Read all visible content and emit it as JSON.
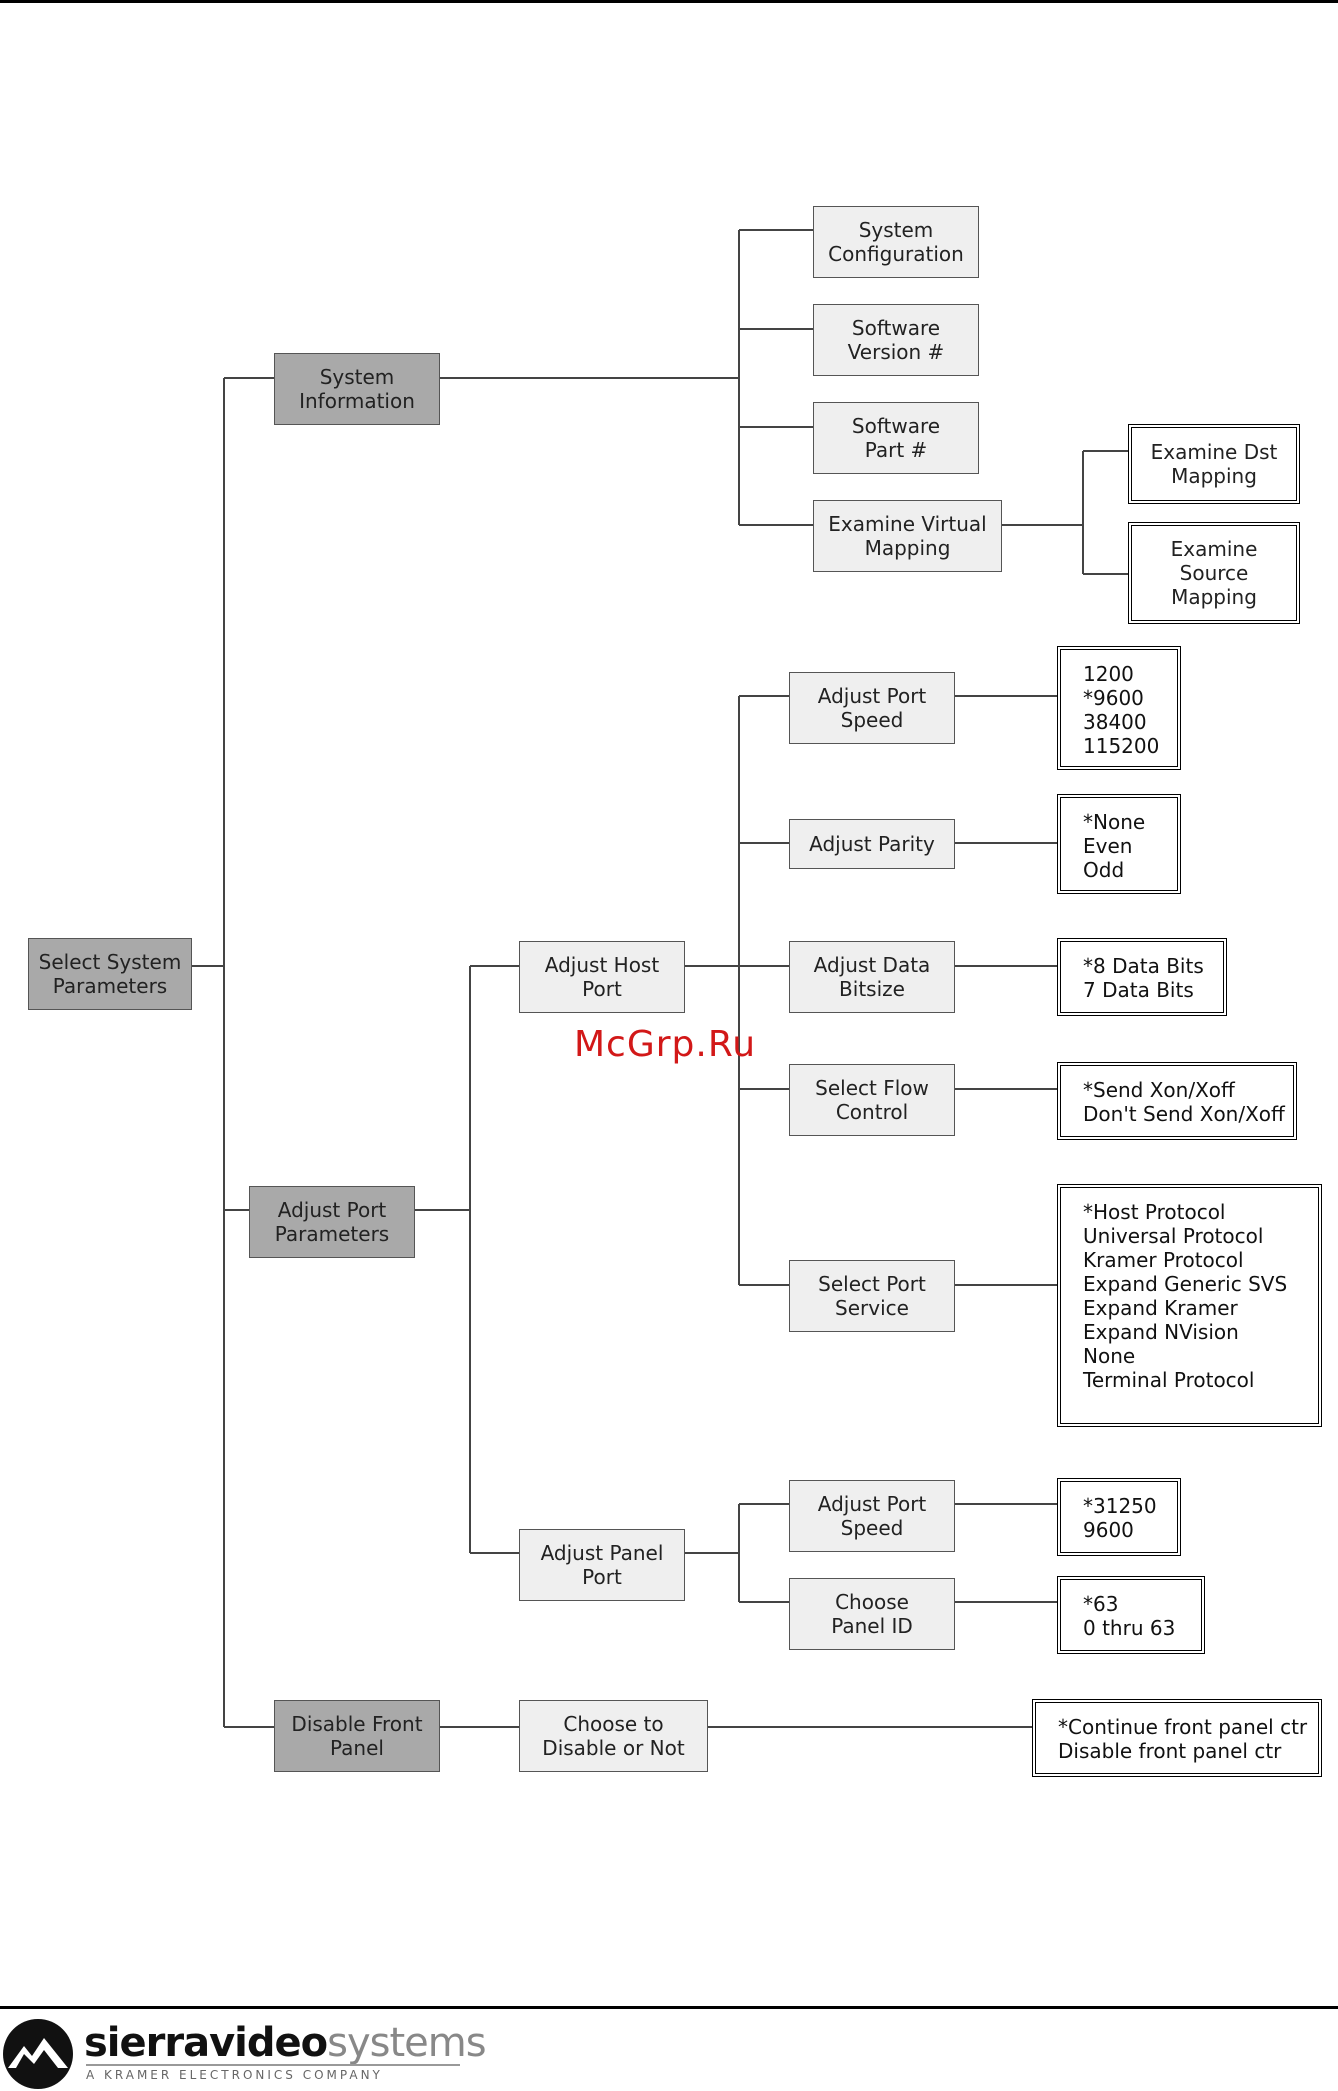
{
  "nodes": {
    "root": [
      "Select System",
      "Parameters"
    ],
    "system_information": [
      "System",
      "Information"
    ],
    "system_configuration": [
      "System",
      "Configuration"
    ],
    "software_version": [
      "Software",
      "Version #"
    ],
    "software_part": [
      "Software",
      "Part #"
    ],
    "examine_virtual_mapping": [
      "Examine Virtual",
      "Mapping"
    ],
    "examine_dst_mapping": [
      "Examine Dst",
      "Mapping"
    ],
    "examine_source_mapping": [
      "Examine",
      "Source",
      "Mapping"
    ],
    "adjust_port_parameters": [
      "Adjust Port",
      "Parameters"
    ],
    "adjust_host_port": [
      "Adjust Host",
      "Port"
    ],
    "host_adjust_port_speed": [
      "Adjust Port",
      "Speed"
    ],
    "adjust_parity": [
      "Adjust Parity"
    ],
    "adjust_data_bitsize": [
      "Adjust Data",
      "Bitsize"
    ],
    "select_flow_control": [
      "Select Flow",
      "Control"
    ],
    "select_port_service": [
      "Select Port",
      "Service"
    ],
    "adjust_panel_port": [
      "Adjust Panel",
      "Port"
    ],
    "panel_adjust_port_speed": [
      "Adjust Port",
      "Speed"
    ],
    "choose_panel_id": [
      "Choose",
      "Panel ID"
    ],
    "disable_front_panel": [
      "Disable Front",
      "Panel"
    ],
    "choose_to_disable": [
      "Choose to",
      "Disable or Not"
    ]
  },
  "options": {
    "host_port_speed": [
      "1200",
      "*9600",
      "38400",
      "115200"
    ],
    "parity": [
      "*None",
      "Even",
      "Odd"
    ],
    "data_bits": [
      "*8 Data Bits",
      "7 Data Bits"
    ],
    "flow_control": [
      "*Send Xon/Xoff",
      "Don't Send Xon/Xoff"
    ],
    "port_service": [
      "*Host Protocol",
      "Universal Protocol",
      "Kramer Protocol",
      "Expand Generic SVS",
      "Expand Kramer",
      "Expand NVision",
      "None",
      "Terminal Protocol"
    ],
    "panel_port_speed": [
      "*31250",
      "9600"
    ],
    "panel_id": [
      "*63",
      "0 thru 63"
    ],
    "front_panel": [
      "*Continue front panel ctr",
      "Disable front panel ctr"
    ]
  },
  "watermark": "McGrp.Ru",
  "footer": {
    "brand_bold": "sierravideo",
    "brand_light": "systems",
    "tagline": "A KRAMER ELECTRONICS COMPANY"
  },
  "colors": {
    "level1_fill": "#a9a9a9",
    "level2_fill": "#efefef",
    "watermark": "#d21818"
  }
}
